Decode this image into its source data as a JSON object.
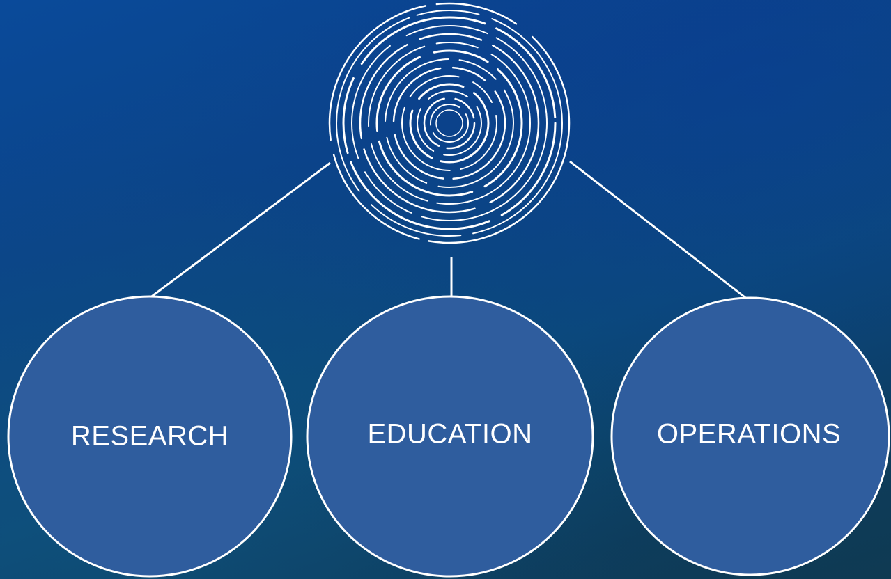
{
  "nodes": [
    {
      "id": "research",
      "label": "RESEARCH"
    },
    {
      "id": "education",
      "label": "EDUCATION"
    },
    {
      "id": "operations",
      "label": "OPERATIONS"
    }
  ],
  "colors": {
    "node_fill": "#2f5d9e",
    "stroke": "#ffffff",
    "background_top": "#0a4a9a",
    "background_bottom": "#0f3a52"
  },
  "icons": {
    "hub": "concentric-rings-logo"
  }
}
